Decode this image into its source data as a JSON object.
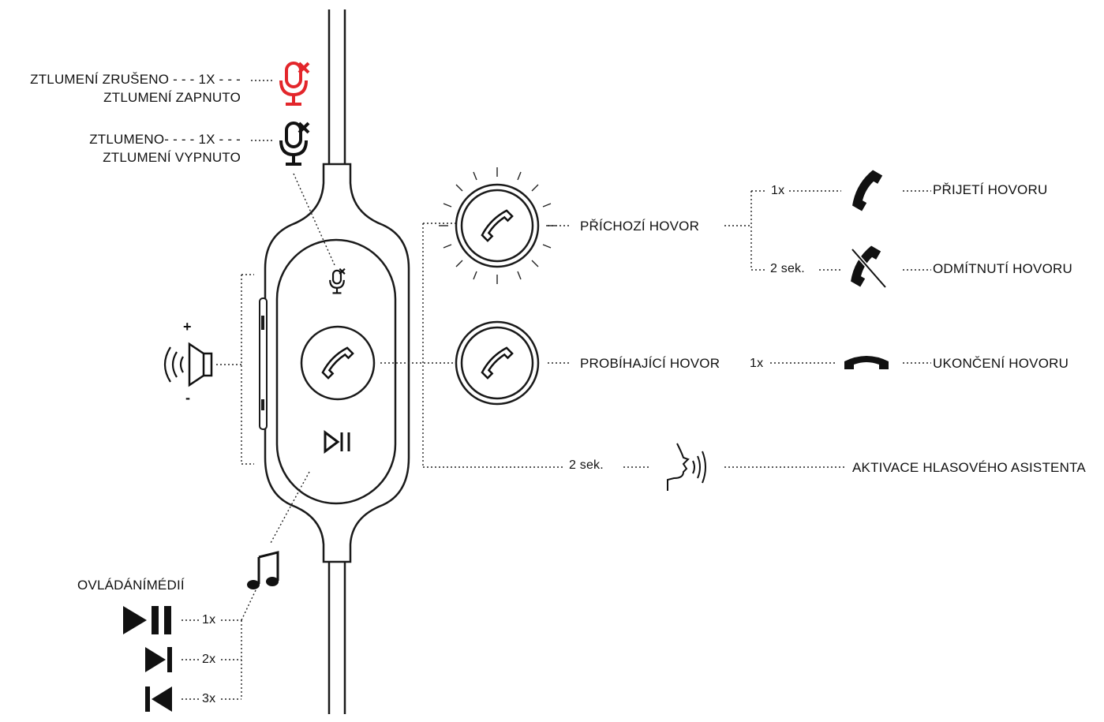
{
  "mute": {
    "unmuted_line1": "ZTLUMENÍ ZRUŠENO - - - 1X - - -",
    "unmuted_line2": "ZTLUMENÍ ZAPNUTO",
    "muted_line1": "ZTLUMENO- - - - 1X - - -",
    "muted_line2": "ZTLUMENÍ VYPNUTO",
    "unmuted_color": "#e3262b"
  },
  "volume": {
    "plus": "+",
    "minus": "-"
  },
  "incoming_call": {
    "label": "PŘÍCHOZÍ HOVOR",
    "answer_press": "1x",
    "answer_label": "PŘIJETÍ HOVORU",
    "reject_press": "2 sek.",
    "reject_label": "ODMÍTNUTÍ HOVORU"
  },
  "ongoing_call": {
    "label": "PROBÍHAJÍCÍ HOVOR",
    "end_press": "1x",
    "end_label": "UKONČENÍ HOVORU"
  },
  "voice_assistant": {
    "press": "2 sek.",
    "label": "AKTIVACE HLASOVÉHO ASISTENTA"
  },
  "media": {
    "title": "OVLÁDÁNÍMÉDIÍ",
    "play_pause_press": "1x",
    "next_press": "2x",
    "previous_press": "3x"
  }
}
